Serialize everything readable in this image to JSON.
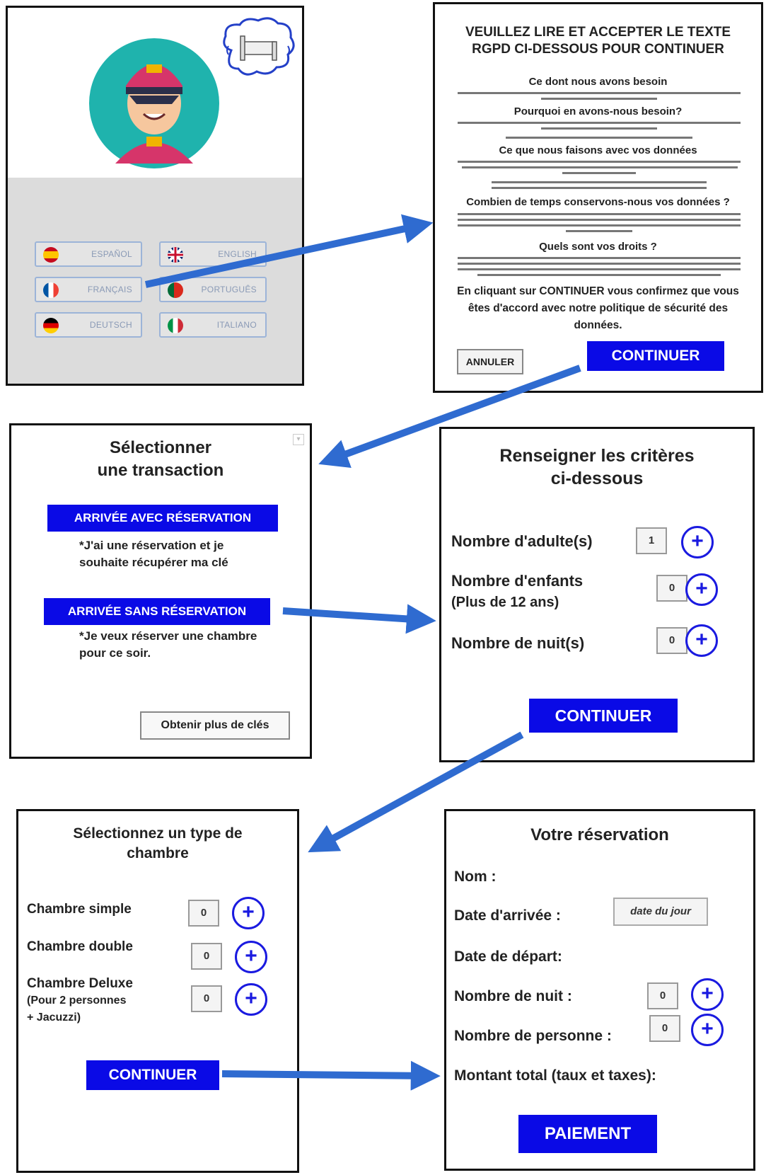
{
  "panel1": {
    "languages": [
      {
        "name": "ESPAÑOL",
        "flag": "spain-flag-icon"
      },
      {
        "name": "ENGLISH",
        "flag": "uk-flag-icon"
      },
      {
        "name": "FRANÇAIS",
        "flag": "france-flag-icon"
      },
      {
        "name": "PORTUGUÊS",
        "flag": "portugal-flag-icon"
      },
      {
        "name": "DEUTSCH",
        "flag": "germany-flag-icon"
      },
      {
        "name": "ITALIANO",
        "flag": "italy-flag-icon"
      }
    ]
  },
  "panel2": {
    "title_line1": "VEUILLEZ LIRE ET ACCEPTER LE TEXTE",
    "title_line2": "RGPD CI-DESSOUS POUR CONTINUER",
    "sections": [
      "Ce dont nous avons besoin",
      "Pourquoi en avons-nous besoin?",
      "Ce que nous faisons avec vos données",
      "Combien de temps conservons-nous vos données ?",
      "Quels sont vos droits ?"
    ],
    "consent_line1": "En cliquant sur CONTINUER vous confirmez que vous",
    "consent_line2": "êtes d'accord avec notre politique de sécurité des",
    "consent_line3": "données.",
    "cancel": "ANNULER",
    "continue": "CONTINUER"
  },
  "panel3": {
    "title_line1": "Sélectionner",
    "title_line2": "une transaction",
    "with_res": "ARRIVÉE AVEC RÉSERVATION",
    "with_res_note1": "*J'ai une réservation et je",
    "with_res_note2": "souhaite récupérer ma clé",
    "without_res": "ARRIVÉE SANS RÉSERVATION",
    "without_res_note1": "*Je veux réserver une chambre",
    "without_res_note2": "pour ce soir.",
    "more_keys": "Obtenir plus de clés"
  },
  "panel4": {
    "title_line1": "Renseigner les critères",
    "title_line2": "ci-dessous",
    "adults_label": "Nombre d'adulte(s)",
    "adults_value": "1",
    "children_label1": "Nombre d'enfants",
    "children_label2": "(Plus de 12 ans)",
    "children_value": "0",
    "nights_label": "Nombre de nuit(s)",
    "nights_value": "0",
    "continue": "CONTINUER"
  },
  "panel5": {
    "title_line1": "Sélectionnez un type de",
    "title_line2": "chambre",
    "single_label": "Chambre simple",
    "single_value": "0",
    "double_label": "Chambre double",
    "double_value": "0",
    "deluxe_label": "Chambre Deluxe",
    "deluxe_note1": "(Pour 2 personnes",
    "deluxe_note2": "+ Jacuzzi)",
    "deluxe_value": "0",
    "continue": "CONTINUER"
  },
  "panel6": {
    "title": "Votre réservation",
    "name_label": "Nom :",
    "arrival_label": "Date d'arrivée :",
    "arrival_value": "date du jour",
    "departure_label": "Date de départ:",
    "nights_label": "Nombre de nuit :",
    "nights_value": "0",
    "persons_label": "Nombre de personne :",
    "persons_value": "0",
    "total_label": "Montant total (taux et taxes):",
    "pay": "PAIEMENT"
  },
  "colors": {
    "primary_button": "#0a0ae6",
    "arrow": "#2f6bd0",
    "plus_circle": "#1a1ae0"
  }
}
